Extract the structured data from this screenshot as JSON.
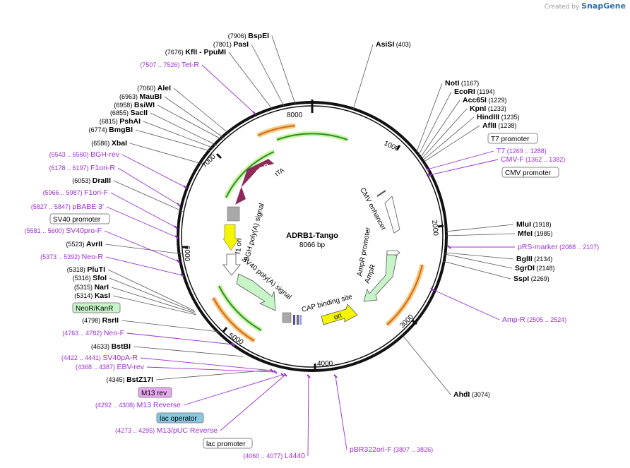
{
  "watermark": {
    "prefix": "Created by",
    "brand": "SnapGene"
  },
  "plasmid": {
    "name": "ADRB1-Tango",
    "length": "8066 bp"
  },
  "ticks": [
    "1000",
    "2000",
    "3000",
    "4000",
    "5000",
    "6000",
    "7000",
    "8000"
  ],
  "features": {
    "TetR": "TetR",
    "tTA": "tTA",
    "cmv_enhancer": "CMV enhancer",
    "f1_ori": "f1 ori",
    "bgh": "bGH poly(A) signal",
    "sv40_polya": "SV40 poly(A) signal",
    "ampr_promoter": "AmpR promoter",
    "ampr": "AmpR",
    "cap": "CAP binding site",
    "ori": "ori"
  },
  "sites": [
    {
      "name": "BspEI",
      "pos": "(7906)"
    },
    {
      "name": "PasI",
      "pos": "(7801)"
    },
    {
      "name": "KflI - PpuMI",
      "pos": "(7676)"
    },
    {
      "name": "AleI",
      "pos": "(7060)"
    },
    {
      "name": "MauBI",
      "pos": "(6963)"
    },
    {
      "name": "BsiWI",
      "pos": "(6958)"
    },
    {
      "name": "SacII",
      "pos": "(6855)"
    },
    {
      "name": "PshAI",
      "pos": "(6815)"
    },
    {
      "name": "BmgBI",
      "pos": "(6774)"
    },
    {
      "name": "XbaI",
      "pos": "(6586)"
    },
    {
      "name": "DraIII",
      "pos": "(6053)"
    },
    {
      "name": "AvrII",
      "pos": "(5523)"
    },
    {
      "name": "PluTI",
      "pos": "(5318)"
    },
    {
      "name": "SfoI",
      "pos": "(5316)"
    },
    {
      "name": "NarI",
      "pos": "(5315)"
    },
    {
      "name": "KasI",
      "pos": "(5314)"
    },
    {
      "name": "RsrII",
      "pos": "(4798)"
    },
    {
      "name": "BstBI",
      "pos": "(4633)"
    },
    {
      "name": "BstZ17I",
      "pos": "(4345)"
    },
    {
      "name": "AsiSI",
      "pos": "(403)"
    },
    {
      "name": "NotI",
      "pos": "(1167)"
    },
    {
      "name": "EcoRI",
      "pos": "(1194)"
    },
    {
      "name": "Acc65I",
      "pos": "(1229)"
    },
    {
      "name": "KpnI",
      "pos": "(1233)"
    },
    {
      "name": "HindIII",
      "pos": "(1235)"
    },
    {
      "name": "AflII",
      "pos": "(1238)"
    },
    {
      "name": "MluI",
      "pos": "(1918)"
    },
    {
      "name": "MfeI",
      "pos": "(1985)"
    },
    {
      "name": "BglII",
      "pos": "(2134)"
    },
    {
      "name": "SgrDI",
      "pos": "(2148)"
    },
    {
      "name": "SspI",
      "pos": "(2269)"
    },
    {
      "name": "AhdI",
      "pos": "(3074)"
    }
  ],
  "primers": [
    {
      "name": "Tet-R",
      "range": "(7507 .. 7526)"
    },
    {
      "name": "BGH-rev",
      "range": "(6543 .. 6560)"
    },
    {
      "name": "F1ori-R",
      "range": "(6178 .. 6197)"
    },
    {
      "name": "F1ori-F",
      "range": "(5966 .. 5987)"
    },
    {
      "name": "pBABE 3'",
      "range": "(5827 .. 5847)"
    },
    {
      "name": "SV40pro-F",
      "range": "(5581 .. 5600)"
    },
    {
      "name": "Neo-R",
      "range": "(5373 .. 5392)"
    },
    {
      "name": "Neo-F",
      "range": "(4763 .. 4782)"
    },
    {
      "name": "SV40pA-R",
      "range": "(4422 .. 4441)"
    },
    {
      "name": "EBV-rev",
      "range": "(4368 .. 4387)"
    },
    {
      "name": "M13 Reverse",
      "range": "(4292 .. 4308)"
    },
    {
      "name": "M13/pUC Reverse",
      "range": "(4273 .. 4295)"
    },
    {
      "name": "L4440",
      "range": "(4060 .. 4077)"
    },
    {
      "name": "pBR322ori-F",
      "range": "(3807 .. 3826)"
    },
    {
      "name": "T7",
      "range": "(1269 .. 1288)"
    },
    {
      "name": "CMV-F",
      "range": "(1362 .. 1382)"
    },
    {
      "name": "pRS-marker",
      "range": "(2088 .. 2107)"
    },
    {
      "name": "Amp-R",
      "range": "(2505 .. 2524)"
    }
  ],
  "boxes": {
    "t7_promoter": "T7 promoter",
    "cmv_promoter": "CMV promoter",
    "sv40_promoter": "SV40 promoter",
    "neor": "NeoR/KanR",
    "m13rev": "M13 rev",
    "lac_operator": "lac operator",
    "lac_promoter": "lac promoter"
  },
  "colors": {
    "site_label": "#000000",
    "primer": "#9b2fd0",
    "tetr": "#8e2a5a",
    "ori": "#f5f500",
    "ampr": "#c8f5c8",
    "green_arc": "#2e8b2e",
    "orange_arc": "#d2691e",
    "f1ori": "#a9a9a9",
    "neor_box": "#c8f5c8",
    "m13_box": "#e8a8f0",
    "lacop_box": "#88c8e0"
  }
}
